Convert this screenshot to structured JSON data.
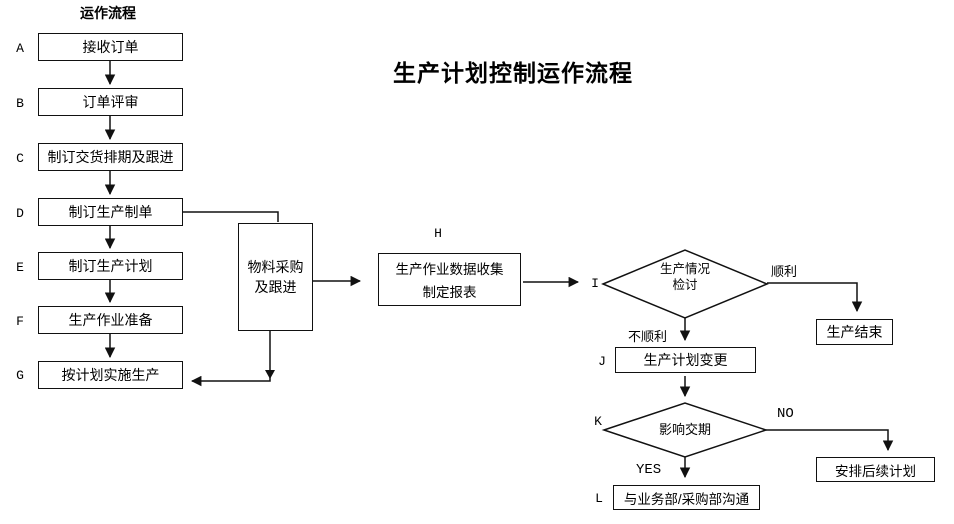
{
  "title": "生产计划控制运作流程",
  "column_header": "运作流程",
  "colors": {
    "line": "#111111",
    "background": "#ffffff",
    "text": "#000000"
  },
  "steps": [
    {
      "letter": "A",
      "label": "接收订单"
    },
    {
      "letter": "B",
      "label": "订单评审"
    },
    {
      "letter": "C",
      "label": "制订交货排期及跟进"
    },
    {
      "letter": "D",
      "label": "制订生产制单"
    },
    {
      "letter": "E",
      "label": "制订生产计划"
    },
    {
      "letter": "F",
      "label": "生产作业准备"
    },
    {
      "letter": "G",
      "label": "按计划实施生产"
    }
  ],
  "material_box": {
    "line1": "物料采购",
    "line2": "及跟进"
  },
  "h_step": {
    "letter": "H",
    "line1": "生产作业数据收集",
    "line2": "制定报表"
  },
  "decision_i": {
    "letter": "I",
    "line1": "生产情况",
    "line2": "检讨",
    "branch_right": "顺利",
    "branch_down": "不顺利"
  },
  "end_box": {
    "label": "生产结束"
  },
  "j_step": {
    "letter": "J",
    "label": "生产计划变更"
  },
  "decision_k": {
    "letter": "K",
    "label": "影响交期",
    "branch_right": "NO",
    "branch_down": "YES"
  },
  "followup_box": {
    "label": "安排后续计划"
  },
  "l_step": {
    "letter": "L",
    "label": "与业务部/采购部沟通"
  }
}
